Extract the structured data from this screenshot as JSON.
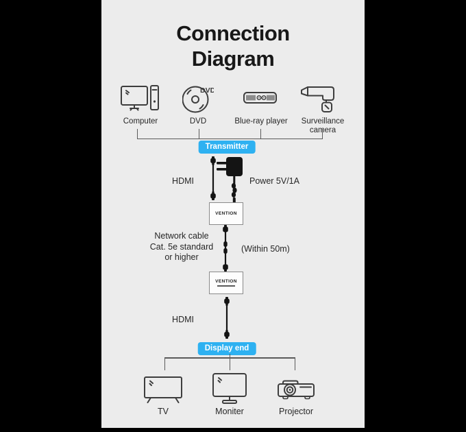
{
  "colors": {
    "badge_blue": "#2eb1f1",
    "canvas_gray": "#ececec",
    "frame_black": "#000000",
    "icon_stroke": "#3d3d3d",
    "cable_black": "#141414"
  },
  "title": {
    "line1": "Connection",
    "line2": "Diagram"
  },
  "sources": {
    "items": [
      {
        "label": "Computer"
      },
      {
        "label": "DVD",
        "disc_text": "DVD"
      },
      {
        "label": "Blue-ray player"
      },
      {
        "label_line1": "Surveillance",
        "label_line2": "camera"
      }
    ]
  },
  "transmitter": {
    "badge": "Transmitter",
    "hdmi_label": "HDMI",
    "power_label": "Power 5V/1A",
    "box_logo": "VENTION"
  },
  "link": {
    "cable_line1": "Network cable",
    "cable_line2": "Cat. 5e standard",
    "cable_line3": "or higher",
    "distance": "(Within 50m)"
  },
  "receiver": {
    "box_logo": "VENTION",
    "hdmi_label": "HDMI",
    "badge": "Display end"
  },
  "displays": {
    "items": [
      {
        "label": "TV"
      },
      {
        "label": "Moniter"
      },
      {
        "label": "Projector"
      }
    ]
  }
}
